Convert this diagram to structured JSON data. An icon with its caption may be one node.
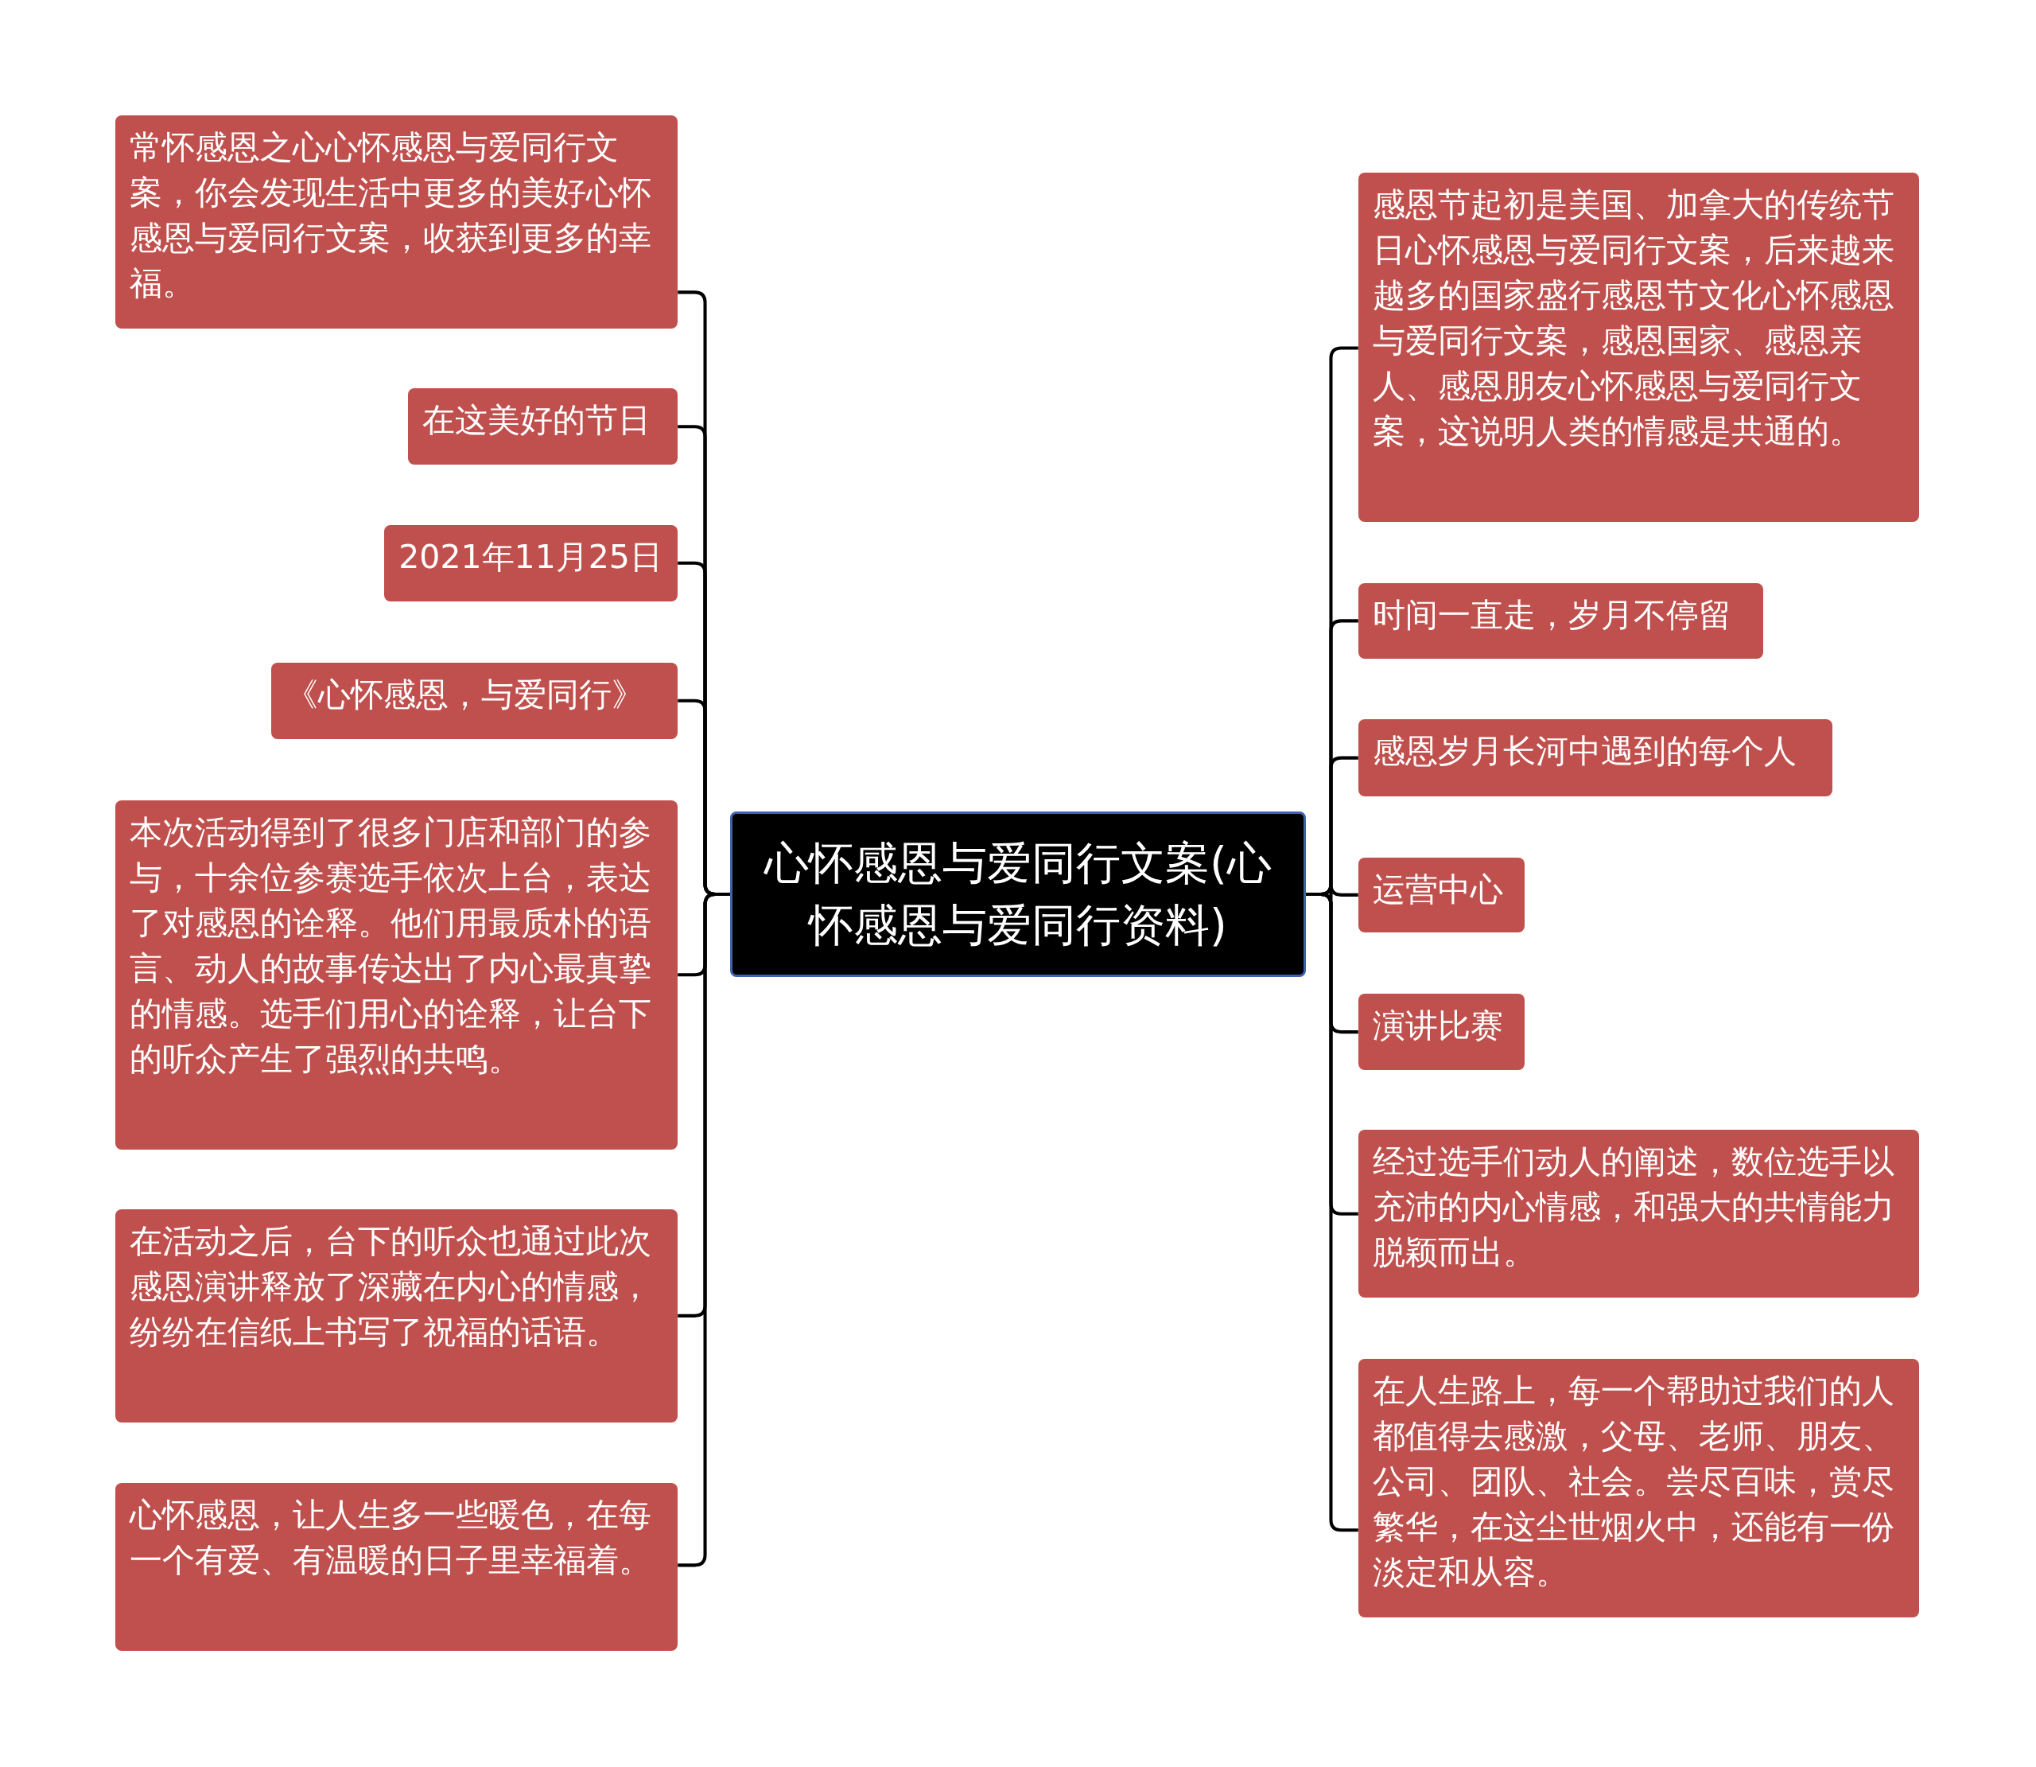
{
  "diagram": {
    "nodes": [
      {
        "text": [
          "心怀感恩与爱同行文案(心怀感恩与爱同行资料)"
        ]
      },
      {
        "text": [
          "常怀感恩之心心怀感恩与爱同行文案，你会发现生活中更多的美好心怀感恩与爱同行文案，收获到更多的幸福。"
        ]
      },
      {
        "text": [
          "在这美好的节日"
        ]
      },
      {
        "text": [
          "2021年11月25日"
        ]
      },
      {
        "text": [
          "《心怀感恩，与爱同行》"
        ]
      },
      {
        "text": [
          "本次活动得到了很多门店和部门的参与，十余位参赛选手依次上台，表达了对感恩的诠释。他们用最质朴的语言、动人的故事传达出了内心最真挚的情感。选手们用心的诠释，让台下的听众产生了强烈的共鸣。"
        ]
      },
      {
        "text": [
          "在活动之后，台下的听众也通过此次感恩演讲释放了深藏在内心的情感，纷纷在信纸上书写了祝福的话语。"
        ]
      },
      {
        "text": [
          "心怀感恩，让人生多一些暖色，在每一个有爱、有温暖的日子里幸福着。"
        ]
      },
      {
        "text": [
          "感恩节起初是美国、加拿大的传统节日心怀感恩与爱同行文案，后来越来越多的国家盛行感恩节文化心怀感恩与爱同行文案，感恩国家、感恩亲人、感恩朋友心怀感恩与爱同行文案，这说明人类的情感是共通的。"
        ]
      },
      {
        "text": [
          "时间一直走，岁月不停留"
        ]
      },
      {
        "text": [
          "感恩岁月长河中遇到的每个人"
        ]
      },
      {
        "text": [
          "运营中心"
        ]
      },
      {
        "text": [
          "演讲比赛"
        ]
      },
      {
        "text": [
          "经过选手们动人的阐述，数位选手以充沛的内心情感，和强大的共情能力脱颖而出。"
        ]
      },
      {
        "text": [
          "在人生路上，每一个帮助过我们的人都值得去感激，父母、老师、朋友、公司、团队、社会。尝尽百味，赏尽繁华，在这尘世烟火中，还能有一份淡定和从容。"
        ]
      }
    ],
    "edges": [
      {
        "from": 0,
        "to": 1,
        "arrow": "none"
      },
      {
        "from": 0,
        "to": 2,
        "arrow": "none"
      },
      {
        "from": 0,
        "to": 3,
        "arrow": "none"
      },
      {
        "from": 0,
        "to": 4,
        "arrow": "none"
      },
      {
        "from": 0,
        "to": 5,
        "arrow": "none"
      },
      {
        "from": 0,
        "to": 6,
        "arrow": "none"
      },
      {
        "from": 0,
        "to": 7,
        "arrow": "none"
      },
      {
        "from": 0,
        "to": 8,
        "arrow": "none"
      },
      {
        "from": 0,
        "to": 9,
        "arrow": "none"
      },
      {
        "from": 0,
        "to": 10,
        "arrow": "none"
      },
      {
        "from": 0,
        "to": 11,
        "arrow": "none"
      },
      {
        "from": 0,
        "to": 12,
        "arrow": "none"
      },
      {
        "from": 0,
        "to": 13,
        "arrow": "none"
      },
      {
        "from": 0,
        "to": 14,
        "arrow": "none"
      }
    ]
  }
}
